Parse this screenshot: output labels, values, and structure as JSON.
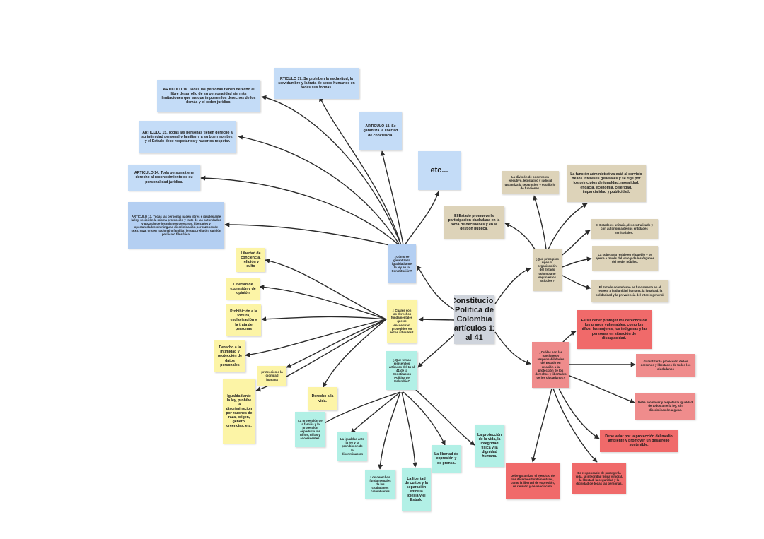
{
  "diagram": {
    "center": "Constitucion Política de Colombia ,artículos 11 al 41",
    "questions": {
      "garantiza": "¿Cómo se garantiza la igualdad ante la ley en la Constitución?",
      "derechos": "¿ Cuáles son los derechos fundamentales que se encuentran protegidos en estos artículos?",
      "ejercer": "¿ Que temas ejercen los artículos del 11 al 41 de la Constitucion Política de Colombia?",
      "principios": "¿Qué principios rigen la organización del Estado colombiano según estos artículos?",
      "funciones": "¿Cuáles son las funciones y responsabilidades del Estado en relación a la protección de los derechos y libertades de los ciudadanos?"
    },
    "articles": {
      "a17": "RTICULO 17. Se prohíben la esclavitud, la servidumbre y la trata de seres humanos en todas sus formas.",
      "a16": "ARTICULO 16. Todas las personas tienen derecho al libre desarrollo de su personalidad sin más limitaciones que las que imponen los derechos de los demás y el orden jurídico.",
      "a18": "ARTICULO 18. Se garantiza la libertad de conciencia.",
      "a15": "ARTICULO 15. Todas las personas tienen derecho a su intimidad personal y familiar y a su buen nombre, y el Estado debe respetarlos y hacerlos respetar.",
      "etc": "etc...",
      "a14": "ARTICULO 14. Toda persona tiene derecho al reconocimiento de su personalidad jurídica.",
      "a13": "ARTICULO 13. Todas las personas nacen libres e iguales ante la ley, recibirán la misma protección y trato de las autoridades y gozarán de los mismos derechos, libertades y oportunidades sin ninguna discriminación por razones de sexo, raza, origen nacional o familiar, lengua, religión, opinión política o filosófica."
    },
    "rights": {
      "conciencia": "Libertad de conciencia, religión y culto",
      "expresion": "Libertad de expresión y de opinión",
      "prohibicion": "Prohibición a la tortura, esclavización y la trata de personas",
      "intimidad": "Derecho a la intimidad y protección de datos personales",
      "dignidad": "proteccion a la dignidad humana",
      "igualdad": "Igualdad ante la ley, prohíbe la discriminacion por razones de raza, origen, género, creencias, etc.",
      "vida": "Derecho a la vida."
    },
    "themes": {
      "familia": "La protección de la familia y la protección espedial a los niños, niñas y adolescentes.",
      "igualdad": "La igualdad ante la ley y la prohibicion de la discriminacion",
      "fundamentales": "Los derechos fundamentales de los ciudadanos colombianos",
      "cultos": "La libertad de cultos y la separación entre la iglesia y el Estado",
      "prensa": "La libertad de expresión y de prensa.",
      "vida": "La protección de la vida, la integridad física y la dignidad humana."
    },
    "principles": {
      "division": "La división de poderes en ejecutivo, legislativo y judicial garantiza la separación y equilibrio de funciones.",
      "administrativa": "La función administrativa está al servicio de los intereses generales y se rige por los principios de igualdad, moralidad, eficacia, economía, celeridad, imparcialidad y publicidad.",
      "participacion": "El Estado promueve la participación ciudadana en la toma de decisiones y en la gestión pública.",
      "unitario": "El Estado es unitario, descentralizado y con autonomía de sus entidades territoriales.",
      "soberania": "La soberanía reside en el pueblo y se ejerce a través del voto y de los órganos del poder público.",
      "dignidad": "El Estado colombiano se fundamenta en el respeto a la dignidad humana, la igualdad, la solidaridad y la prevalencia del interés general."
    },
    "functions": {
      "grupos": "Es su deber proteger los derechos de los grupos vulnerables, como los niños, las mujeres, los indígenas y las personas en situación de discapacidad.",
      "garantizar": "Garantizar la protección de los derechos y libertades de todos los ciudadanos",
      "promover": "Debe promover y respetar la igualdad de todos ante la ley, sin discriminación alguna.",
      "ambiente": "Debe velar por la protección del medio ambiente y promover un desarrollo sostenible.",
      "ejercicio": "Debe garantizar el ejercicio de los derechos fundamentales, como la libertad de expresión, de reunión y de asociación.",
      "vida": "Es responsable de proteger la vida, la integridad física y moral, la libertad, la seguridad y la dignidad de todas las personas."
    },
    "colors": {
      "connector": "#2b2b2b",
      "article_box": "#c4dcf7",
      "principle_box": "#ddd3b9",
      "right_box": "#fcf4a6",
      "theme_box": "#b2f0e6",
      "function_box": "#f06a6a",
      "center_box": "#cfd4dc"
    }
  }
}
